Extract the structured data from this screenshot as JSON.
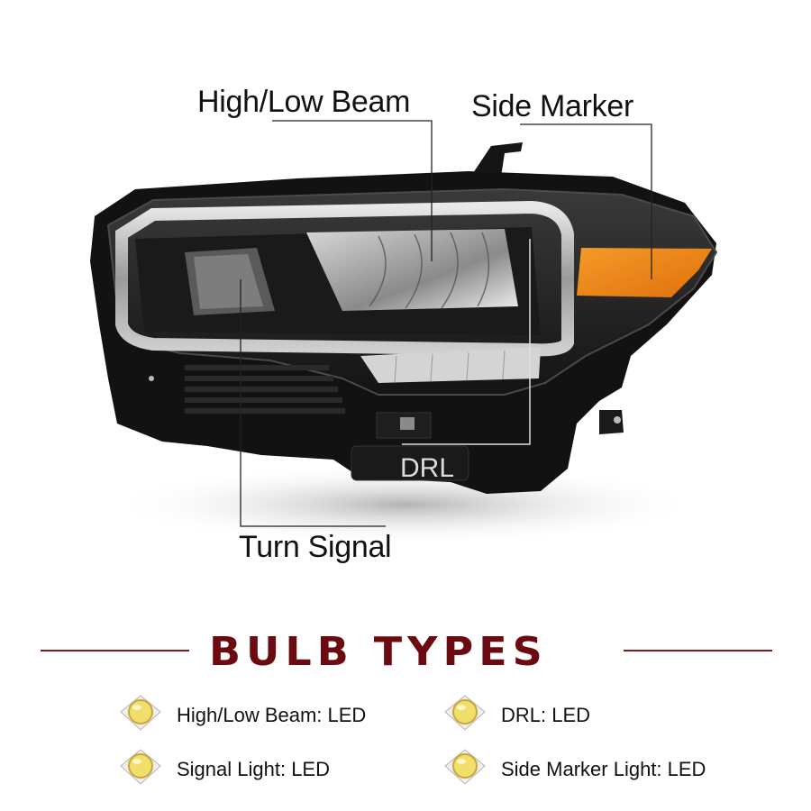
{
  "diagram": {
    "callouts": {
      "high_low_beam": "High/Low Beam",
      "side_marker": "Side Marker",
      "drl": "DRL",
      "turn_signal": "Turn Signal"
    },
    "colors": {
      "housing": "#111111",
      "amber": "#f08a1a",
      "leader_line": "#222222"
    }
  },
  "bulb_types": {
    "title": "BULB TYPES",
    "title_color": "#6b0a10",
    "items": [
      {
        "label": "High/Low Beam: LED",
        "icon": "led-chip-icon"
      },
      {
        "label": "DRL: LED",
        "icon": "led-chip-icon"
      },
      {
        "label": "Signal Light: LED",
        "icon": "led-chip-icon"
      },
      {
        "label": "Side Marker Light: LED",
        "icon": "led-chip-icon"
      }
    ]
  }
}
